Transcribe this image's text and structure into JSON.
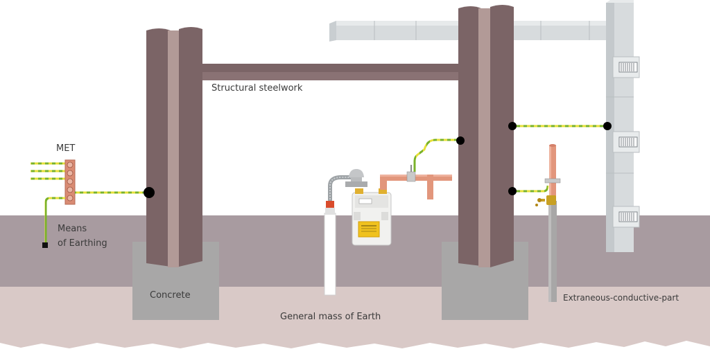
{
  "labels": {
    "met": "MET",
    "means_of_earthing_line1": "Means",
    "means_of_earthing_line2": "of Earthing",
    "structural_steelwork": "Structural steelwork",
    "concrete": "Concrete",
    "general_mass_of_earth": "General mass of Earth",
    "extraneous_conductive_part": "Extraneous-conductive-part"
  },
  "colors": {
    "ground_band": "#a89ba0",
    "earth_band": "#d9c9c7",
    "steel_dark": "#7b6466",
    "steel_light": "#b29a97",
    "concrete": "#a8a7a7",
    "earth_wire_green": "#7ab22a",
    "earth_wire_yellow": "#e6e03a",
    "copper_pipe": "#e2967c",
    "duct": "#d4d8da"
  },
  "icons": {
    "met_bar": "earth-terminal-bar",
    "gas_meter": "gas-meter-icon",
    "valve": "valve-icon",
    "bonding_point": "bonding-connection-dot"
  }
}
